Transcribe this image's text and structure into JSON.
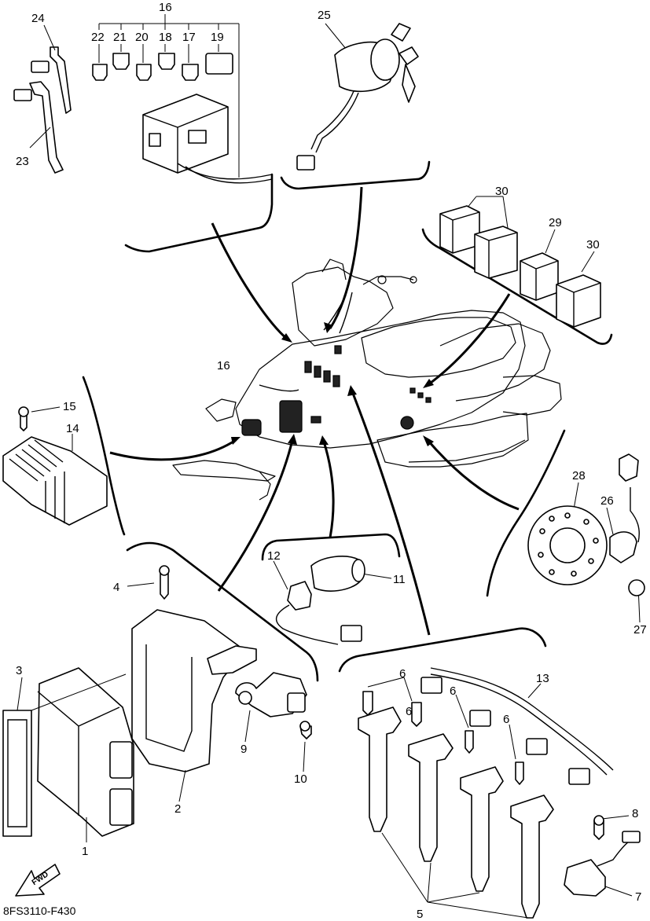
{
  "diagram": {
    "code": "8FS3110-F430",
    "fwd_label": "FWD",
    "labels": {
      "p1": "1",
      "p2": "2",
      "p3": "3",
      "p4": "4",
      "p5": "5",
      "p6a": "6",
      "p6b": "6",
      "p6c": "6",
      "p6d": "6",
      "p7": "7",
      "p8": "8",
      "p9": "9",
      "p10": "10",
      "p11": "11",
      "p12": "12",
      "p13": "13",
      "p14": "14",
      "p15": "15",
      "p16": "16",
      "p16b": "16",
      "p17": "17",
      "p18": "18",
      "p19": "19",
      "p20": "20",
      "p21": "21",
      "p22": "22",
      "p23": "23",
      "p24": "24",
      "p25": "25",
      "p26": "26",
      "p27": "27",
      "p28": "28",
      "p29": "29",
      "p30a": "30",
      "p30b": "30"
    }
  }
}
